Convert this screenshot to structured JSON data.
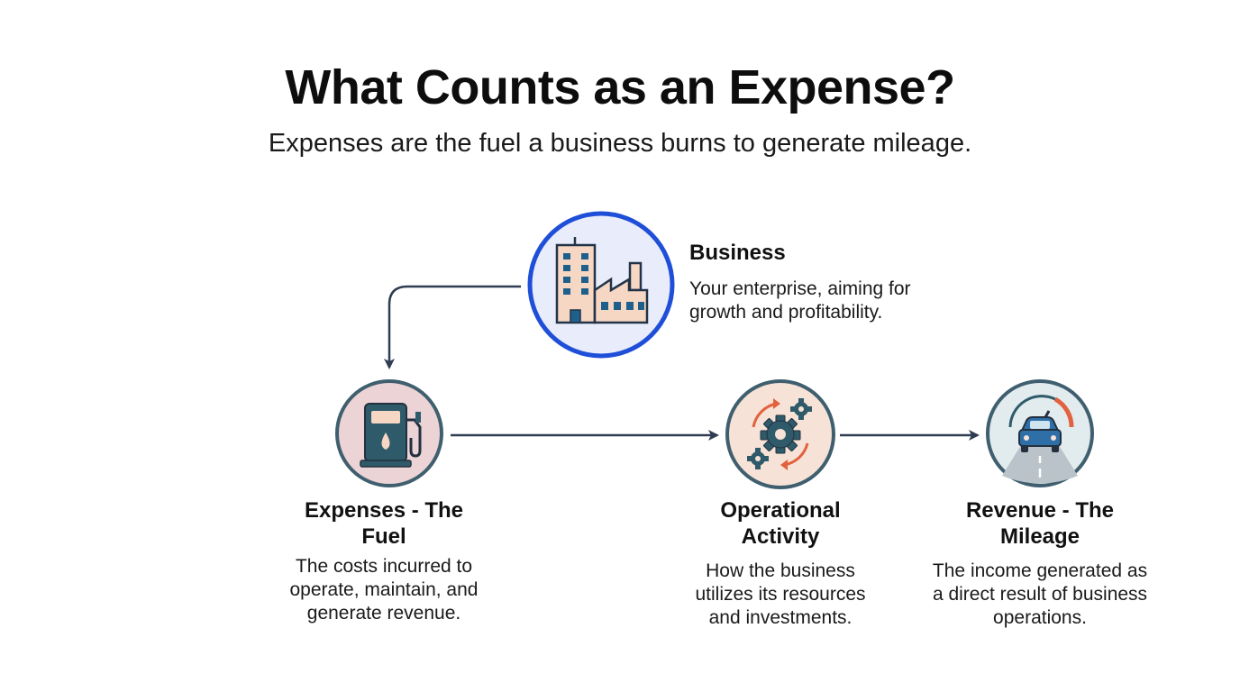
{
  "header": {
    "title": "What Counts as an Expense?",
    "subtitle": "Expenses are the fuel a business burns to generate mileage."
  },
  "nodes": {
    "business": {
      "title": "Business",
      "description": "Your enterprise, aiming for growth and profitability.",
      "icon": "factory-building-icon",
      "ring_color": "#1f4fd8"
    },
    "expenses": {
      "title": "Expenses - The Fuel",
      "description": "The costs incurred to operate, maintain, and generate revenue.",
      "icon": "fuel-pump-icon",
      "ring_color": "#3f5f6f"
    },
    "operations": {
      "title": "Operational Activity",
      "description": "How the business utilizes its resources and investments.",
      "icon": "gears-icon",
      "ring_color": "#3f5f6f"
    },
    "revenue": {
      "title": "Revenue - The Mileage",
      "description": "The income generated as a direct result of business operations.",
      "icon": "car-speedometer-icon",
      "ring_color": "#3f5f6f"
    }
  },
  "colors": {
    "arrow": "#2e3d52",
    "accent_blue": "#1f4fd8",
    "accent_orange": "#e2613f"
  }
}
